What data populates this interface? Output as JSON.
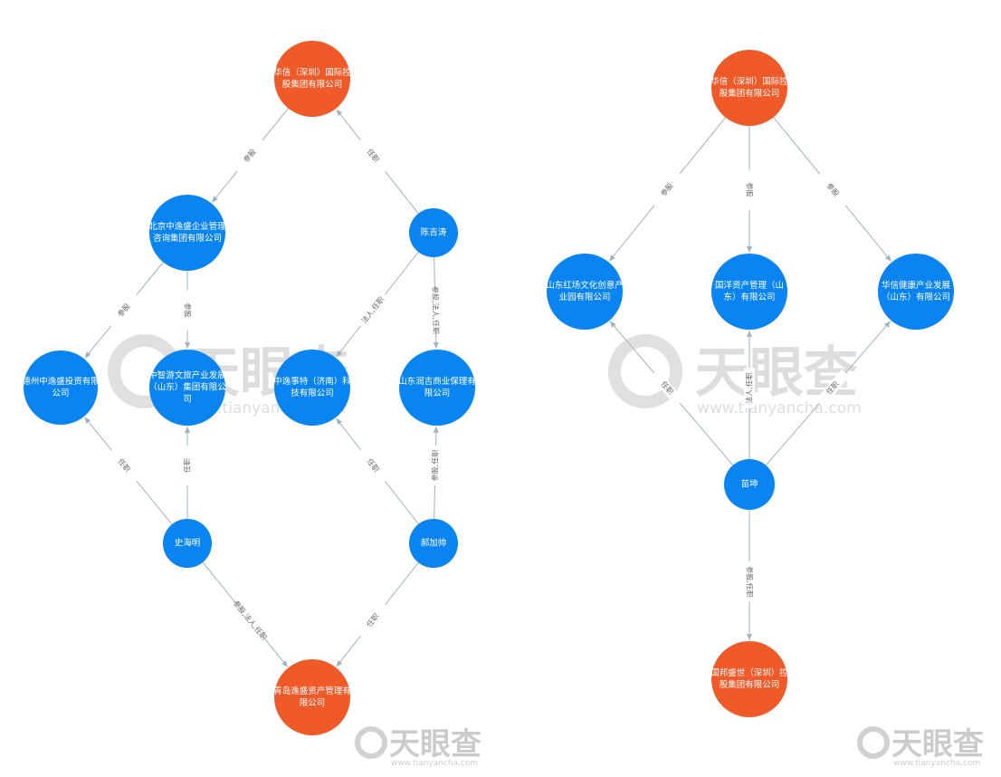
{
  "colors": {
    "company_root": "#F05A28",
    "company": "#0A84F0",
    "edge": "#9fb3c0"
  },
  "watermark": {
    "brand": "天眼查",
    "url": "www.tianyancha.com"
  },
  "diagrams": [
    {
      "nodes": [
        {
          "id": "A",
          "kind": "root",
          "lines": [
            "华信（深圳）国际控",
            "股集团有限公司"
          ]
        },
        {
          "id": "B",
          "kind": "company",
          "lines": [
            "北京中逸盛企业管理",
            "咨询集团有限公司"
          ]
        },
        {
          "id": "C",
          "kind": "person",
          "lines": [
            "陈吉涛"
          ]
        },
        {
          "id": "D",
          "kind": "company",
          "lines": [
            "德州中逸盛投资有限",
            "公司"
          ]
        },
        {
          "id": "E",
          "kind": "company",
          "lines": [
            "中智游文旅产业发展",
            "（山东）集团有限公",
            "司"
          ]
        },
        {
          "id": "F",
          "kind": "company",
          "lines": [
            "中逸事特（济南）科",
            "技有限公司"
          ]
        },
        {
          "id": "G",
          "kind": "company",
          "lines": [
            "山东润吉商业保理有",
            "限公司"
          ]
        },
        {
          "id": "H",
          "kind": "person",
          "lines": [
            "史海明"
          ]
        },
        {
          "id": "I",
          "kind": "person",
          "lines": [
            "郝加帅"
          ]
        },
        {
          "id": "J",
          "kind": "root",
          "lines": [
            "青岛逸盛资产管理有",
            "限公司"
          ]
        }
      ],
      "edges": [
        {
          "from": "A",
          "to": "B",
          "label": "参股"
        },
        {
          "from": "C",
          "to": "A",
          "label": "任职"
        },
        {
          "from": "B",
          "to": "D",
          "label": "参股"
        },
        {
          "from": "B",
          "to": "E",
          "label": "参股"
        },
        {
          "from": "C",
          "to": "F",
          "label": "法人,任职"
        },
        {
          "from": "C",
          "to": "G",
          "label": "参股,法人,任职"
        },
        {
          "from": "H",
          "to": "D",
          "label": "任职"
        },
        {
          "from": "H",
          "to": "E",
          "label": "任职"
        },
        {
          "from": "I",
          "to": "F",
          "label": "任职"
        },
        {
          "from": "I",
          "to": "G",
          "label": "参股,任职"
        },
        {
          "from": "H",
          "to": "J",
          "label": "参股,法人,任职"
        },
        {
          "from": "I",
          "to": "J",
          "label": "任职"
        }
      ]
    },
    {
      "nodes": [
        {
          "id": "K",
          "kind": "root",
          "lines": [
            "华信（深圳）国际控",
            "股集团有限公司"
          ]
        },
        {
          "id": "L",
          "kind": "company",
          "lines": [
            "山东红场文化创意产",
            "业园有限公司"
          ]
        },
        {
          "id": "M",
          "kind": "company",
          "lines": [
            "国洋资产管理（山",
            "东）有限公司"
          ]
        },
        {
          "id": "N",
          "kind": "company",
          "lines": [
            "华信健康产业发展",
            "（山东）有限公司"
          ]
        },
        {
          "id": "O",
          "kind": "person",
          "lines": [
            "苗坤"
          ]
        },
        {
          "id": "P",
          "kind": "root",
          "lines": [
            "国邦盛世（深圳）控",
            "股集团有限公司"
          ]
        }
      ],
      "edges": [
        {
          "from": "K",
          "to": "L",
          "label": "参股"
        },
        {
          "from": "K",
          "to": "M",
          "label": "参股"
        },
        {
          "from": "K",
          "to": "N",
          "label": "参股"
        },
        {
          "from": "O",
          "to": "L",
          "label": "任职"
        },
        {
          "from": "O",
          "to": "M",
          "label": "法人,任职"
        },
        {
          "from": "O",
          "to": "N",
          "label": "任职"
        },
        {
          "from": "O",
          "to": "P",
          "label": "参股,任职"
        }
      ]
    }
  ]
}
